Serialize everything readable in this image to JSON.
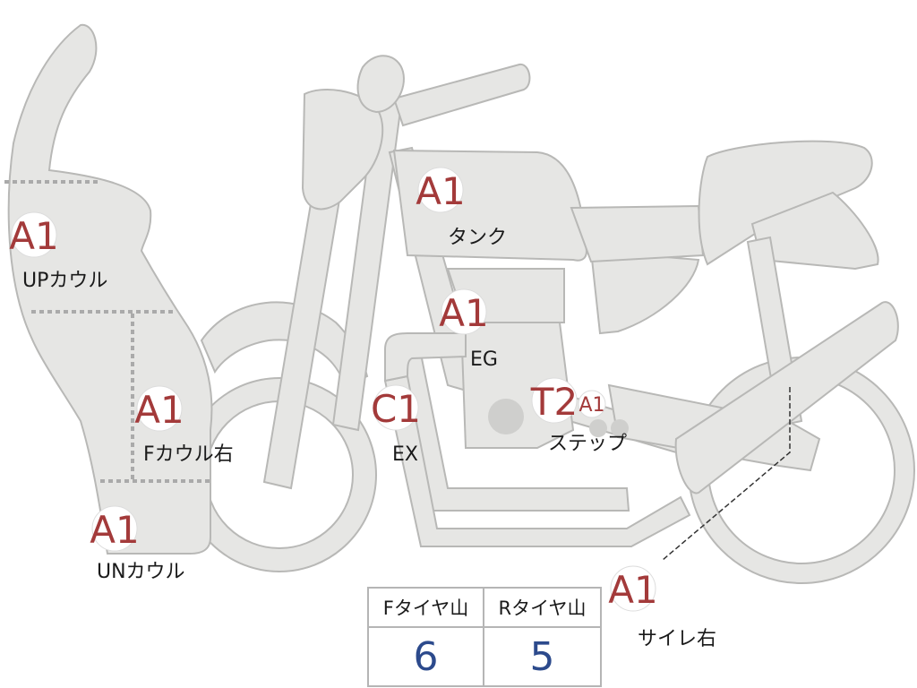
{
  "labels": {
    "tank": {
      "grade": "A1",
      "name": "タンク"
    },
    "up_cowl": {
      "grade": "A1",
      "name": "UPカウル"
    },
    "eg": {
      "grade": "A1",
      "name": "EG"
    },
    "f_cowl_right": {
      "grade": "A1",
      "name": "Fカウル右"
    },
    "ex": {
      "grade": "C1",
      "name": "EX"
    },
    "step": {
      "grade": "T2",
      "name": "ステップ",
      "sub_grade": "A1"
    },
    "un_cowl": {
      "grade": "A1",
      "name": "UNカウル"
    },
    "muffler_right": {
      "grade": "A1",
      "name": "サイレ右"
    }
  },
  "tire_table": {
    "headers": [
      "Fタイヤ山",
      "Rタイヤ山"
    ],
    "values": [
      "6",
      "5"
    ]
  }
}
